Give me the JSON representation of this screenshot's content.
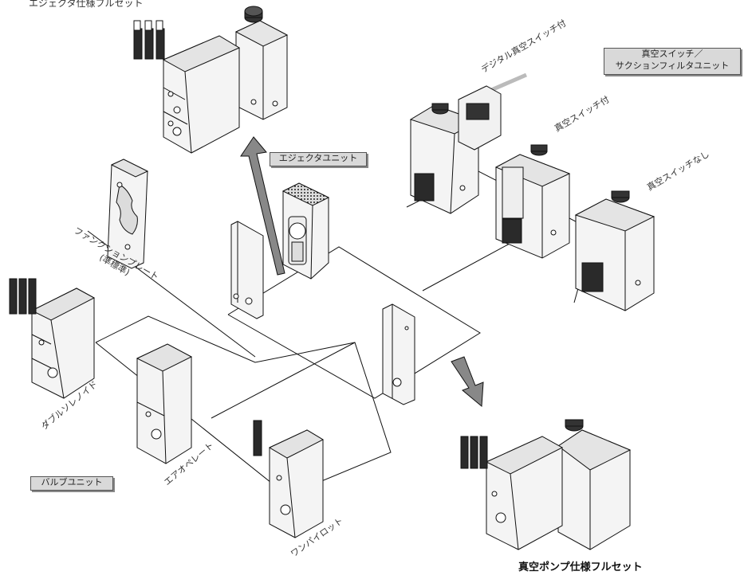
{
  "titles": {
    "ejector_full_set": "エジェクタ仕様フルセット",
    "vacuum_pump_full_set": "真空ポンプ仕様フルセット"
  },
  "boxed_labels": {
    "ejector_unit": "エジェクタユニット",
    "valve_unit": "バルブユニット",
    "vacuum_switch_unit_line1": "真空スイッチ／",
    "vacuum_switch_unit_line2": "サクションフィルタユニット"
  },
  "part_labels": {
    "digital_vacuum_switch": "デジタル真空スイッチ付",
    "vacuum_switch": "真空スイッチ付",
    "no_vacuum_switch": "真空スイッチなし",
    "function_plate": "ファンクションプレート",
    "function_plate_note": "(準標準)",
    "double_solenoid": "ダブルソレノイド",
    "air_operated": "エアオペレート",
    "one_pilot": "ワンパイロット"
  },
  "colors": {
    "line": "#111111",
    "box_fill": "#f4f4f4",
    "box_side": "#e3e3e3",
    "dark": "#2a2a2a",
    "label_bg": "#d9d9d9",
    "arrow_gray": "#8a8a8a"
  }
}
